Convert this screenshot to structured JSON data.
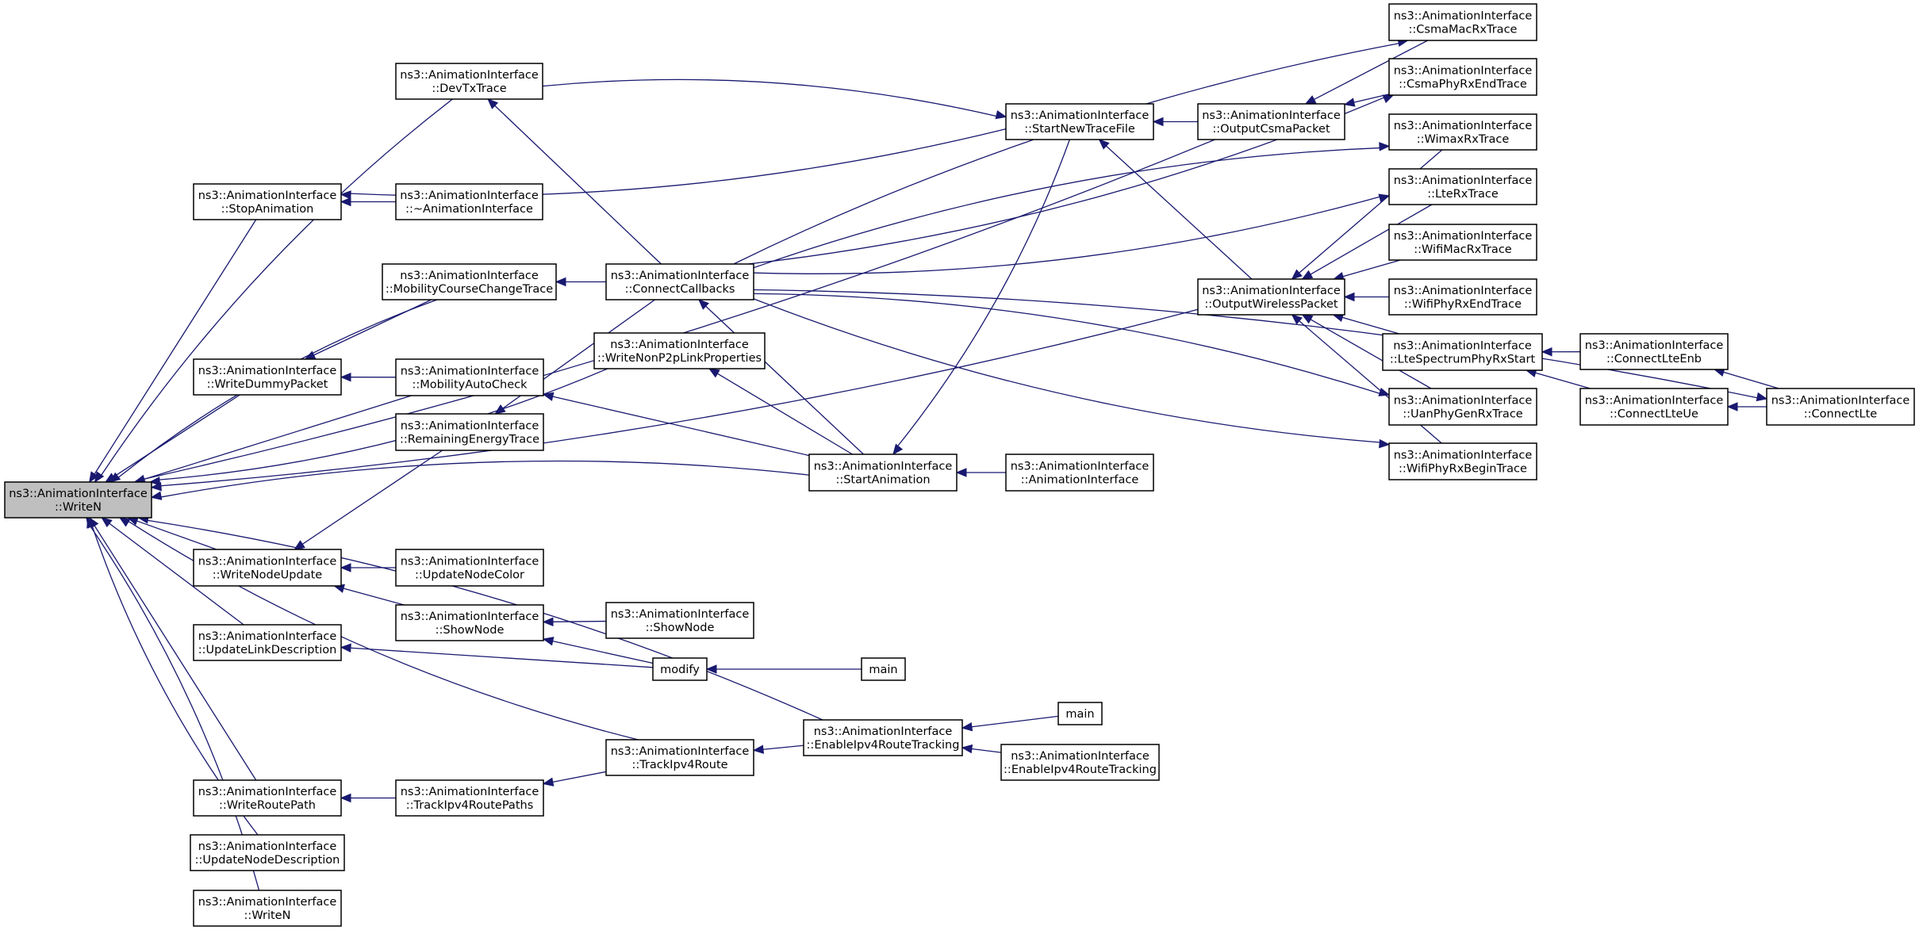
{
  "diagram": {
    "type": "call-graph",
    "direction": "right-to-left (callers on the right point to callees on the left)",
    "root": "writen_root",
    "colors": {
      "edge": "#191970",
      "root_fill": "#bfbfbf",
      "node_fill": "#ffffff",
      "border": "#000000"
    },
    "nodes": [
      {
        "id": "writen_root",
        "lines": [
          "ns3::AnimationInterface",
          "::WriteN"
        ],
        "root": true
      },
      {
        "id": "devtx",
        "lines": [
          "ns3::AnimationInterface",
          "::DevTxTrace"
        ]
      },
      {
        "id": "stopanim",
        "lines": [
          "ns3::AnimationInterface",
          "::StopAnimation"
        ]
      },
      {
        "id": "dtor",
        "lines": [
          "ns3::AnimationInterface",
          "::~AnimationInterface"
        ]
      },
      {
        "id": "mobcourse",
        "lines": [
          "ns3::AnimationInterface",
          "::MobilityCourseChangeTrace"
        ]
      },
      {
        "id": "connectcb",
        "lines": [
          "ns3::AnimationInterface",
          "::ConnectCallbacks"
        ]
      },
      {
        "id": "writenonp2p",
        "lines": [
          "ns3::AnimationInterface",
          "::WriteNonP2pLinkProperties"
        ]
      },
      {
        "id": "writedummy",
        "lines": [
          "ns3::AnimationInterface",
          "::WriteDummyPacket"
        ]
      },
      {
        "id": "mobauto",
        "lines": [
          "ns3::AnimationInterface",
          "::MobilityAutoCheck"
        ]
      },
      {
        "id": "remenergy",
        "lines": [
          "ns3::AnimationInterface",
          "::RemainingEnergyTrace"
        ]
      },
      {
        "id": "startanim",
        "lines": [
          "ns3::AnimationInterface",
          "::StartAnimation"
        ]
      },
      {
        "id": "ctor",
        "lines": [
          "ns3::AnimationInterface",
          "::AnimationInterface"
        ]
      },
      {
        "id": "startnewtrace",
        "lines": [
          "ns3::AnimationInterface",
          "::StartNewTraceFile"
        ]
      },
      {
        "id": "outcsma",
        "lines": [
          "ns3::AnimationInterface",
          "::OutputCsmaPacket"
        ]
      },
      {
        "id": "outwireless",
        "lines": [
          "ns3::AnimationInterface",
          "::OutputWirelessPacket"
        ]
      },
      {
        "id": "csmamac",
        "lines": [
          "ns3::AnimationInterface",
          "::CsmaMacRxTrace"
        ]
      },
      {
        "id": "csmaphy",
        "lines": [
          "ns3::AnimationInterface",
          "::CsmaPhyRxEndTrace"
        ]
      },
      {
        "id": "wimax",
        "lines": [
          "ns3::AnimationInterface",
          "::WimaxRxTrace"
        ]
      },
      {
        "id": "lterx",
        "lines": [
          "ns3::AnimationInterface",
          "::LteRxTrace"
        ]
      },
      {
        "id": "wifimac",
        "lines": [
          "ns3::AnimationInterface",
          "::WifiMacRxTrace"
        ]
      },
      {
        "id": "wifiphyend",
        "lines": [
          "ns3::AnimationInterface",
          "::WifiPhyRxEndTrace"
        ]
      },
      {
        "id": "ltespec",
        "lines": [
          "ns3::AnimationInterface",
          "::LteSpectrumPhyRxStart"
        ]
      },
      {
        "id": "uan",
        "lines": [
          "ns3::AnimationInterface",
          "::UanPhyGenRxTrace"
        ]
      },
      {
        "id": "wifiphybegin",
        "lines": [
          "ns3::AnimationInterface",
          "::WifiPhyRxBeginTrace"
        ]
      },
      {
        "id": "connectlteenb",
        "lines": [
          "ns3::AnimationInterface",
          "::ConnectLteEnb"
        ]
      },
      {
        "id": "connectlteue",
        "lines": [
          "ns3::AnimationInterface",
          "::ConnectLteUe"
        ]
      },
      {
        "id": "connectlte",
        "lines": [
          "ns3::AnimationInterface",
          "::ConnectLte"
        ]
      },
      {
        "id": "writenodeupdate",
        "lines": [
          "ns3::AnimationInterface",
          "::WriteNodeUpdate"
        ]
      },
      {
        "id": "updatenodecolor",
        "lines": [
          "ns3::AnimationInterface",
          "::UpdateNodeColor"
        ]
      },
      {
        "id": "shownode1",
        "lines": [
          "ns3::AnimationInterface",
          "::ShowNode"
        ]
      },
      {
        "id": "shownode2",
        "lines": [
          "ns3::AnimationInterface",
          "::ShowNode"
        ]
      },
      {
        "id": "updatelinkdesc",
        "lines": [
          "ns3::AnimationInterface",
          "::UpdateLinkDescription"
        ]
      },
      {
        "id": "modify",
        "lines": [
          "modify"
        ]
      },
      {
        "id": "main1",
        "lines": [
          "main"
        ]
      },
      {
        "id": "main2",
        "lines": [
          "main"
        ]
      },
      {
        "id": "enableipv4",
        "lines": [
          "ns3::AnimationInterface",
          "::EnableIpv4RouteTracking"
        ]
      },
      {
        "id": "enableipv4b",
        "lines": [
          "ns3::AnimationInterface",
          "::EnableIpv4RouteTracking"
        ]
      },
      {
        "id": "trackipv4route",
        "lines": [
          "ns3::AnimationInterface",
          "::TrackIpv4Route"
        ]
      },
      {
        "id": "writeroutepath",
        "lines": [
          "ns3::AnimationInterface",
          "::WriteRoutePath"
        ]
      },
      {
        "id": "trackipv4paths",
        "lines": [
          "ns3::AnimationInterface",
          "::TrackIpv4RoutePaths"
        ]
      },
      {
        "id": "updatenodedesc",
        "lines": [
          "ns3::AnimationInterface",
          "::UpdateNodeDescription"
        ]
      },
      {
        "id": "writen_overload",
        "lines": [
          "ns3::AnimationInterface",
          "::WriteN"
        ]
      }
    ],
    "edges": [
      {
        "from": "outcsma",
        "to": "writen_root"
      },
      {
        "from": "devtx",
        "to": "writen_root"
      },
      {
        "from": "stopanim",
        "to": "writen_root"
      },
      {
        "from": "mobcourse",
        "to": "writen_root"
      },
      {
        "from": "writenonp2p",
        "to": "writen_root"
      },
      {
        "from": "writedummy",
        "to": "writen_root"
      },
      {
        "from": "mobauto",
        "to": "writen_root"
      },
      {
        "from": "startanim",
        "to": "writen_root"
      },
      {
        "from": "outwireless",
        "to": "writen_root"
      },
      {
        "from": "writenodeupdate",
        "to": "writen_root"
      },
      {
        "from": "updatelinkdesc",
        "to": "writen_root"
      },
      {
        "from": "enableipv4",
        "to": "writen_root"
      },
      {
        "from": "trackipv4route",
        "to": "writen_root"
      },
      {
        "from": "writeroutepath",
        "to": "writen_root"
      },
      {
        "from": "updatenodedesc",
        "to": "writen_root"
      },
      {
        "from": "writen_overload",
        "to": "writen_root"
      },
      {
        "from": "devtx",
        "to": "startnewtrace"
      },
      {
        "from": "connectcb",
        "to": "devtx"
      },
      {
        "from": "startnewtrace",
        "to": "stopanim"
      },
      {
        "from": "dtor",
        "to": "stopanim"
      },
      {
        "from": "connectcb",
        "to": "mobcourse"
      },
      {
        "from": "mobcourse",
        "to": "writedummy"
      },
      {
        "from": "mobauto",
        "to": "writedummy"
      },
      {
        "from": "startanim",
        "to": "mobauto"
      },
      {
        "from": "connectcb",
        "to": "remenergy"
      },
      {
        "from": "remenergy",
        "to": "writenodeupdate"
      },
      {
        "from": "startanim",
        "to": "writenonp2p"
      },
      {
        "from": "startanim",
        "to": "connectcb"
      },
      {
        "from": "startnewtrace",
        "to": "startanim"
      },
      {
        "from": "ctor",
        "to": "startanim"
      },
      {
        "from": "outcsma",
        "to": "startnewtrace"
      },
      {
        "from": "outwireless",
        "to": "startnewtrace"
      },
      {
        "from": "connectcb",
        "to": "csmamac"
      },
      {
        "from": "connectcb",
        "to": "csmaphy"
      },
      {
        "from": "connectcb",
        "to": "wimax"
      },
      {
        "from": "connectcb",
        "to": "lterx"
      },
      {
        "from": "connectcb",
        "to": "uan"
      },
      {
        "from": "connectcb",
        "to": "wifiphybegin"
      },
      {
        "from": "connectcb",
        "to": "connectlte"
      },
      {
        "from": "csmamac",
        "to": "outcsma"
      },
      {
        "from": "csmaphy",
        "to": "outcsma"
      },
      {
        "from": "wimax",
        "to": "outwireless"
      },
      {
        "from": "lterx",
        "to": "outwireless"
      },
      {
        "from": "wifimac",
        "to": "outwireless"
      },
      {
        "from": "wifiphyend",
        "to": "outwireless"
      },
      {
        "from": "ltespec",
        "to": "outwireless"
      },
      {
        "from": "uan",
        "to": "outwireless"
      },
      {
        "from": "wifiphybegin",
        "to": "outwireless"
      },
      {
        "from": "connectlteenb",
        "to": "ltespec"
      },
      {
        "from": "connectlteue",
        "to": "ltespec"
      },
      {
        "from": "connectlte",
        "to": "connectlteenb"
      },
      {
        "from": "connectlte",
        "to": "connectlteue"
      },
      {
        "from": "updatenodecolor",
        "to": "writenodeupdate"
      },
      {
        "from": "shownode1",
        "to": "writenodeupdate"
      },
      {
        "from": "shownode2",
        "to": "shownode1"
      },
      {
        "from": "modify",
        "to": "shownode1"
      },
      {
        "from": "modify",
        "to": "updatelinkdesc"
      },
      {
        "from": "main1",
        "to": "modify"
      },
      {
        "from": "main2",
        "to": "enableipv4"
      },
      {
        "from": "enableipv4b",
        "to": "enableipv4"
      },
      {
        "from": "enableipv4",
        "to": "trackipv4route"
      },
      {
        "from": "trackipv4route",
        "to": "trackipv4paths"
      },
      {
        "from": "trackipv4paths",
        "to": "writeroutepath"
      }
    ]
  }
}
